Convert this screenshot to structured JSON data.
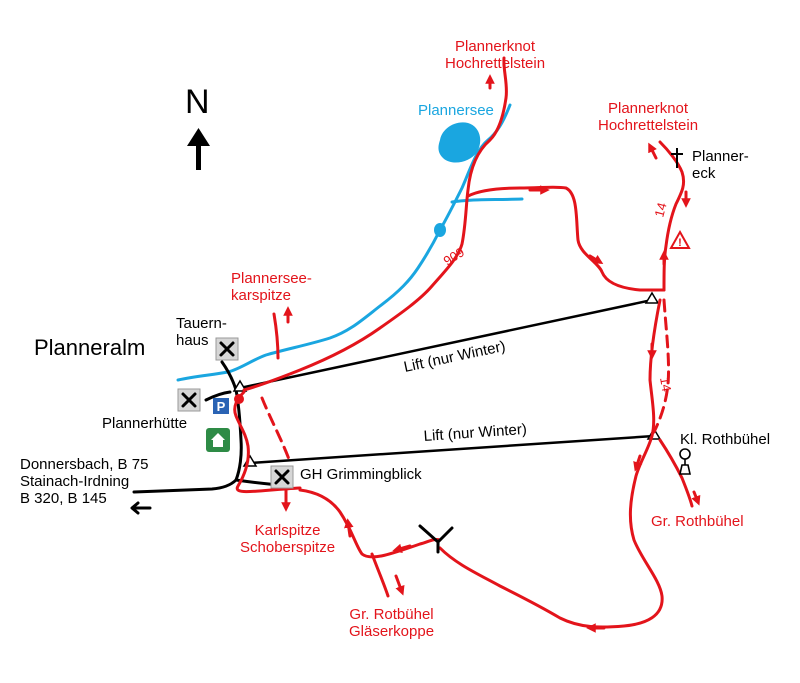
{
  "colors": {
    "route": "#e3141b",
    "water": "#1aa6e0",
    "road": "#000000",
    "parking": "#2a63b4",
    "hut_icon": "#2e8b46",
    "restaurant_icon": "#cfcfcf"
  },
  "compass": {
    "letter": "N"
  },
  "labels": {
    "area": "Planneralm",
    "tauernhaus": "Tauern-\nhaus",
    "plannerhuette": "Plannerhütte",
    "road_destinations": "Donnersbach, B 75\nStainach-Irdning\nB 320, B 145",
    "gh_grimmingblick": "GH Grimmingblick",
    "kl_rothbuehel": "Kl. Rothbühel",
    "planner_eck": "Planner-\neck",
    "plannersee": "Plannersee",
    "lift_upper": "Lift (nur Winter)",
    "lift_lower": "Lift (nur Winter)"
  },
  "destinations": {
    "plannerknot_top": "Plannerknot\nHochrettelstein",
    "plannerknot_right": "Plannerknot\nHochrettelstein",
    "plannerseekarspitze": "Plannersee-\nkarspitze",
    "karlspitze": "Karlspitze\nSchoberspitze",
    "gr_rotbuehel_glaeserkoppe": "Gr. Rotbühel\nGläserkoppe",
    "gr_rothbuehel": "Gr. Rothbühel"
  },
  "trail_numbers": {
    "trail_909": "909",
    "trail_14_upper": "14",
    "trail_14_lower": "14"
  },
  "icons": [
    "compass-arrow-icon",
    "restaurant-icon",
    "parking-icon",
    "hut-icon",
    "warning-icon",
    "summit-cross-icon",
    "viewpoint-icon",
    "lift-station-icon",
    "direction-arrow-icon"
  ],
  "parking_letter": "P",
  "warning_symbol": "!"
}
